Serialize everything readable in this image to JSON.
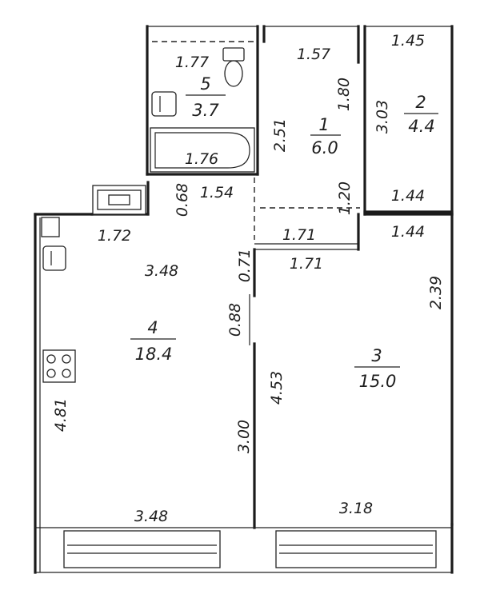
{
  "rooms": [
    {
      "number": "1",
      "area": "6.0"
    },
    {
      "number": "2",
      "area": "4.4"
    },
    {
      "number": "3",
      "area": "15.0"
    },
    {
      "number": "4",
      "area": "18.4"
    },
    {
      "number": "5",
      "area": "3.7"
    }
  ],
  "dimensions": [
    "1.77",
    "1.57",
    "1.45",
    "1.80",
    "3.03",
    "2.51",
    "1.76",
    "0.68",
    "1.54",
    "1.20",
    "1.44",
    "1.72",
    "1.71",
    "1.71",
    "1.44",
    "3.48",
    "0.71",
    "2.39",
    "0.88",
    "4.53",
    "4.81",
    "3.00",
    "3.48",
    "3.18"
  ],
  "fixtures": [
    "toilet-icon",
    "sink-icon",
    "bathtub-icon",
    "balcony-icon",
    "kitchen-sink-icon",
    "stove-icon",
    "window-icon"
  ]
}
